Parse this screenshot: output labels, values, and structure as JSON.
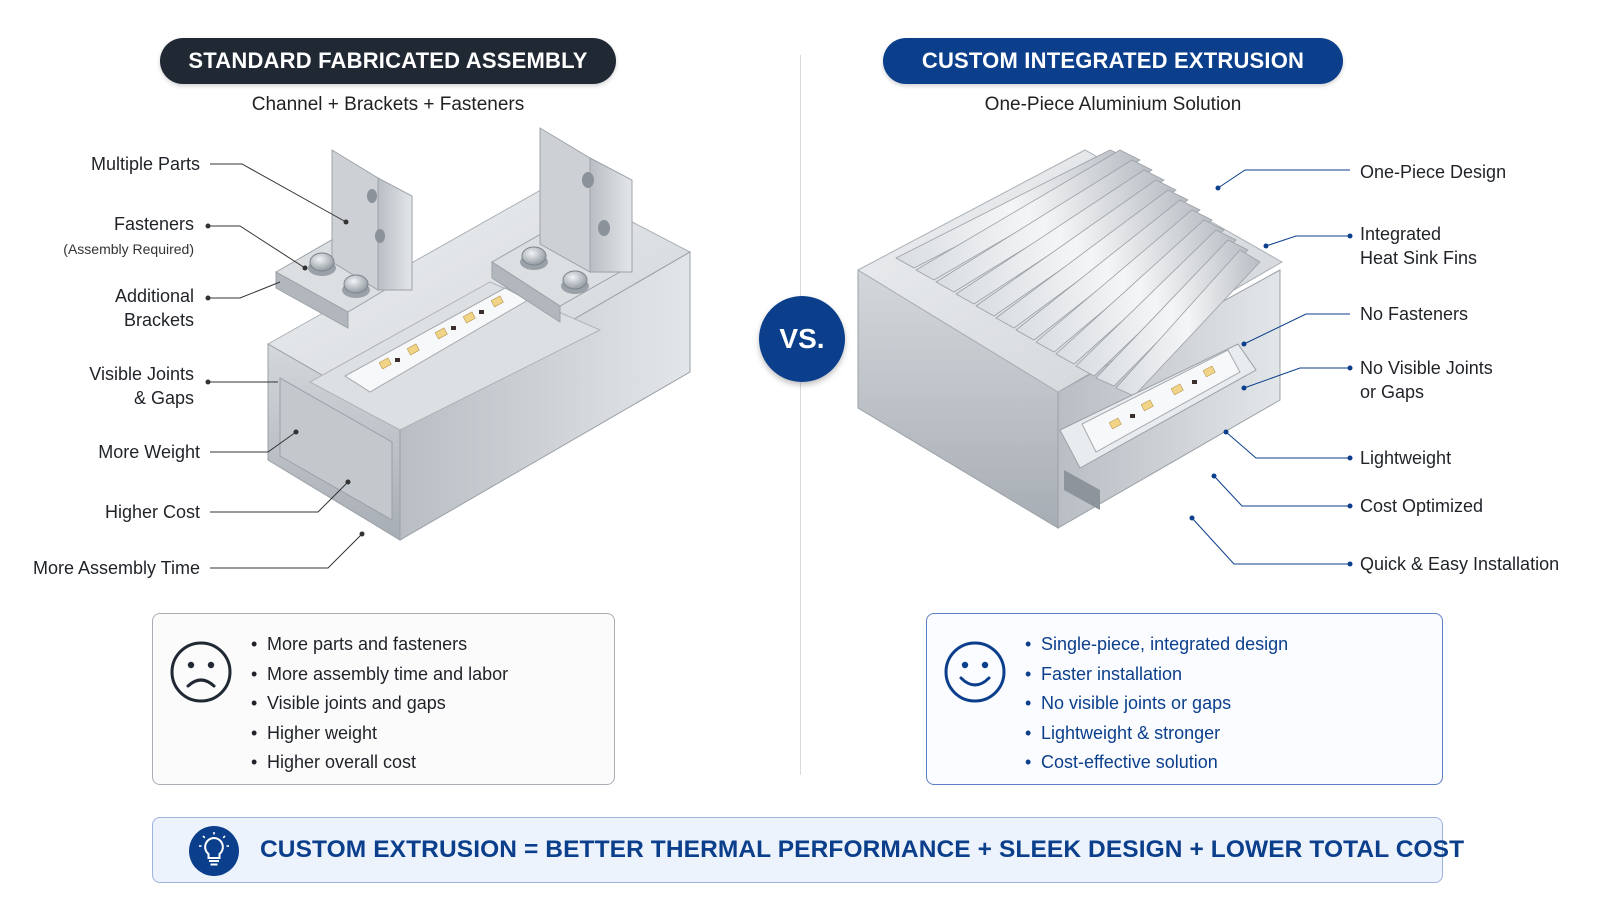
{
  "left": {
    "title": "STANDARD FABRICATED ASSEMBLY",
    "subtitle": "Channel + Brackets + Fasteners",
    "callouts": [
      "Multiple Parts",
      "Fasteners",
      "(Assembly Required)",
      "Additional",
      "Brackets",
      "Visible Joints",
      "& Gaps",
      "More Weight",
      "Higher Cost",
      "More Assembly Time"
    ],
    "face_icon": "sad-face-icon",
    "bullets": [
      "More parts and fasteners",
      "More assembly time and labor",
      "Visible joints and gaps",
      "Higher weight",
      "Higher overall cost"
    ]
  },
  "vs_label": "VS.",
  "right": {
    "title": "CUSTOM INTEGRATED EXTRUSION",
    "subtitle": "One-Piece Aluminium Solution",
    "callouts": [
      "One-Piece Design",
      "Integrated",
      "Heat Sink Fins",
      "No Fasteners",
      "No Visible Joints",
      "or Gaps",
      "Lightweight",
      "Cost Optimized",
      "Quick & Easy Installation"
    ],
    "face_icon": "smile-face-icon",
    "bullets": [
      "Single-piece, integrated design",
      "Faster installation",
      "No visible joints or gaps",
      "Lightweight & stronger",
      "Cost-effective solution"
    ]
  },
  "banner": {
    "icon": "lightbulb-icon",
    "text": "CUSTOM EXTRUSION = BETTER THERMAL PERFORMANCE + SLEEK DESIGN + LOWER TOTAL COST"
  },
  "colors": {
    "navy": "#0b3f8c",
    "dark": "#1f2833",
    "aluminium": "#c9ccd0"
  }
}
